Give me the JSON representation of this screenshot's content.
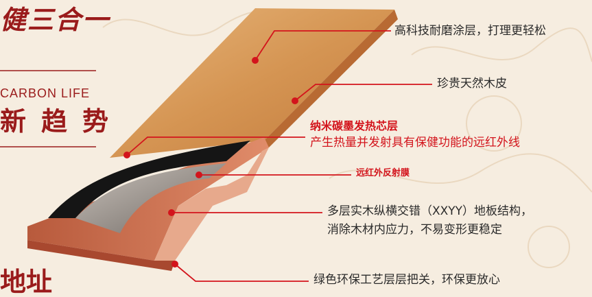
{
  "left": {
    "title": "健三合一",
    "english": "CARBON LIFE",
    "trend": "新趋势",
    "bottom": "地址"
  },
  "labels": {
    "coating": "高科技耐磨涂层，打理更轻松",
    "veneer": "珍贵天然木皮",
    "heating_core_title": "纳米碳墨发热芯层",
    "heating_core_desc": "产生热量并发射具有保健功能的远红外线",
    "reflective_film": "远红外反射膜",
    "structure_line1": "多层实木纵横交错（XXYY）地板结构，",
    "structure_line2": "消除木材内应力，不易变形更稳定",
    "eco": "绿色环保工艺层层把关，环保更放心"
  },
  "colors": {
    "brand_red": "#9a1b1b",
    "accent_red": "#d3141c",
    "wood": "#d9a060",
    "carbon": "#151515",
    "film": "#9a9490",
    "plywood": "#c8704f"
  }
}
